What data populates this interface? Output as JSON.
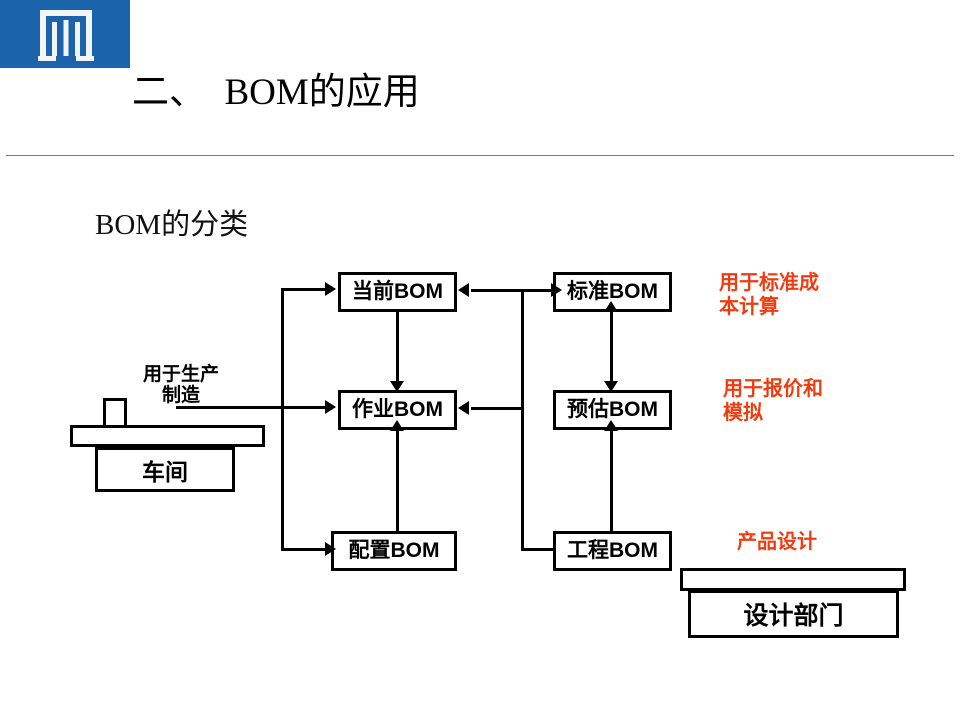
{
  "slide": {
    "title": "二、  BOM的应用",
    "subtitle": "BOM的分类",
    "logo_icon": "gate-temple-logo-icon",
    "brand_color": "#1b63ab",
    "accent_color": "#f03c11",
    "rule_color": "#7b7b7b"
  },
  "diagram": {
    "nodes": [
      {
        "id": "current-bom",
        "label": "当前BOM"
      },
      {
        "id": "standard-bom",
        "label": "标准BOM"
      },
      {
        "id": "operation-bom",
        "label": "作业BOM"
      },
      {
        "id": "estimate-bom",
        "label": "预估BOM"
      },
      {
        "id": "configure-bom",
        "label": "配置BOM"
      },
      {
        "id": "engineering-bom",
        "label": "工程BOM"
      }
    ],
    "pictograms": [
      {
        "id": "workshop",
        "label": "车间"
      },
      {
        "id": "design-department",
        "label": "设计部门"
      }
    ],
    "labels": [
      {
        "id": "production-manufacture",
        "text": "用于生产\n制造",
        "color": "#000000"
      }
    ],
    "annotations": [
      {
        "id": "standard-cost-calc",
        "text": "用于标准成\n本计算",
        "color": "#f03c11"
      },
      {
        "id": "quote-and-simulate",
        "text": "用于报价和\n模拟",
        "color": "#f03c11"
      },
      {
        "id": "product-design",
        "text": "产品设计",
        "color": "#f03c11"
      }
    ]
  }
}
